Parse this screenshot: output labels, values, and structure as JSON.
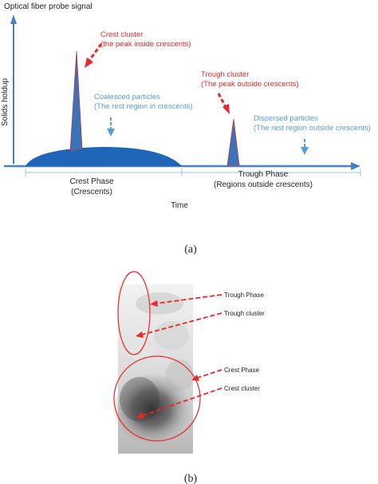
{
  "panel_a": {
    "y_axis_title": "Optical fiber probe signal",
    "y_axis_label": "Solids holdup",
    "x_axis_label": "Time",
    "crest_cluster": {
      "line1": "Crest cluster",
      "line2": "(the peak inside crescents)"
    },
    "coalesced": {
      "line1": "Coalesced particles",
      "line2": "(The rest region in crescents)"
    },
    "trough_cluster": {
      "line1": "Trough cluster",
      "line2": "(The peak outside crescents)"
    },
    "dispersed": {
      "line1": "Dispersed particles",
      "line2": "(The rest region outside crescents)"
    },
    "crest_phase": {
      "line1": "Crest Phase",
      "line2": "(Crescents)"
    },
    "trough_phase": {
      "line1": "Trough Phase",
      "line2": "(Regions outside crescents)"
    },
    "panel_label": "(a)"
  },
  "panel_b": {
    "labels": {
      "trough_phase": "Trough Phase",
      "trough_cluster": "Trough cluster",
      "crest_phase": "Crest Phase",
      "crest_cluster": "Crest cluster"
    },
    "panel_label": "(b)"
  },
  "colors": {
    "axis": "#4a7fc1",
    "fill": "#1f65b8",
    "red": "#e8282a",
    "light_blue": "#5a9bd6"
  }
}
